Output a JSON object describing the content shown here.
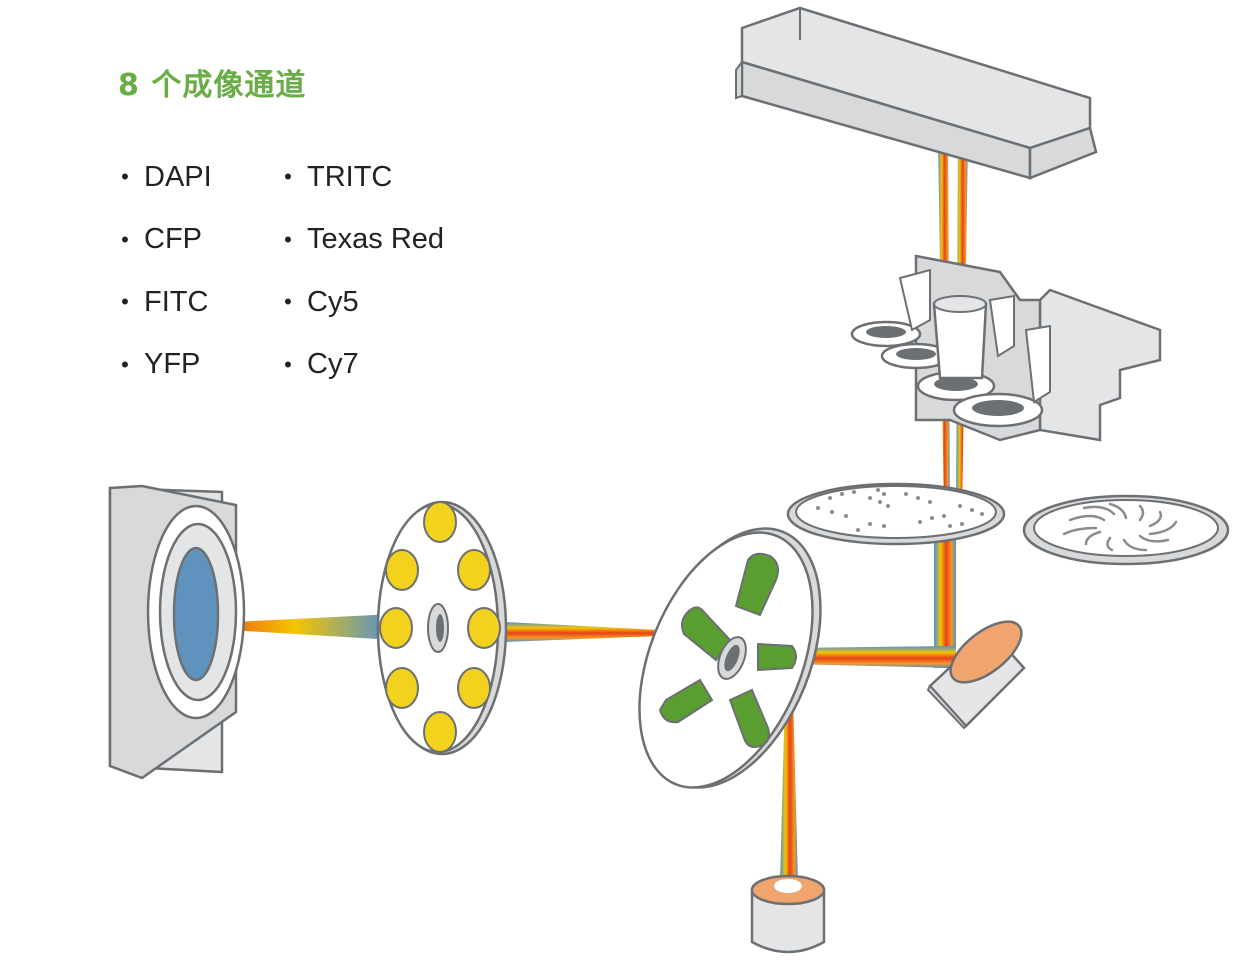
{
  "title": "8 个成像通道",
  "channels_left": [
    "DAPI",
    "CFP",
    "FITC",
    "YFP"
  ],
  "channels_right": [
    "TRITC",
    "Texas Red",
    "Cy5",
    "Cy7"
  ],
  "bullet": "•",
  "colors": {
    "title": "#6aac45",
    "excitation_filter": "#f2d21d",
    "emission_filter": "#5a9e32",
    "sensor": "#5f93bd",
    "hardware_fill": "#e4e5e7",
    "hardware_stroke": "#6d7073"
  }
}
